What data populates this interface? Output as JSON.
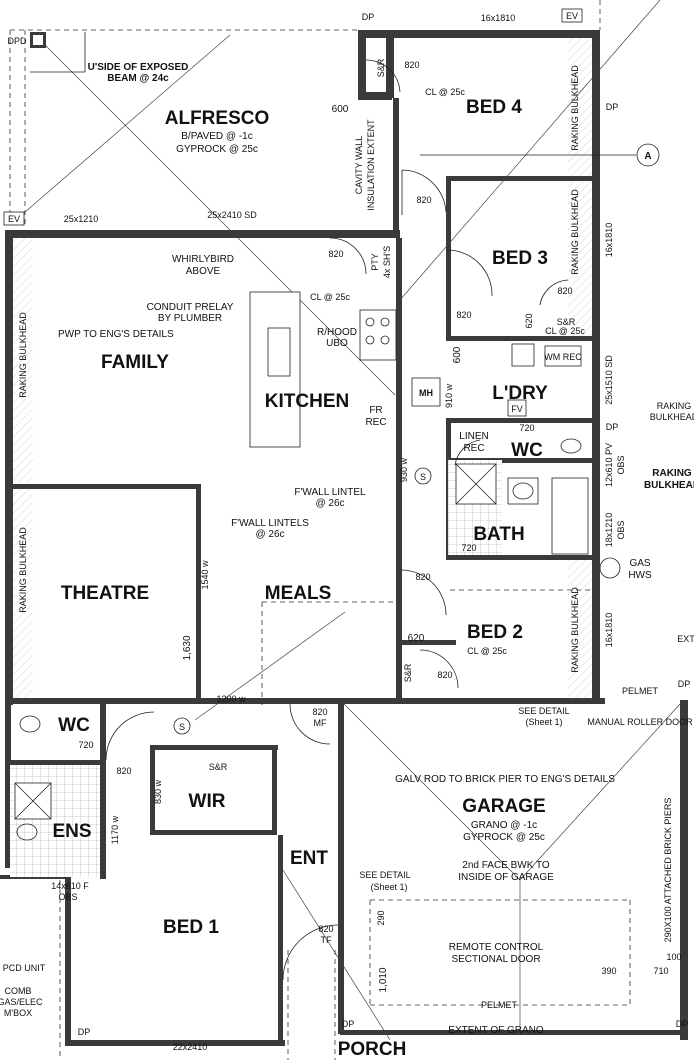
{
  "rooms": {
    "alfresco": "ALFRESCO",
    "bed4": "BED 4",
    "bed3": "BED 3",
    "family": "FAMILY",
    "kitchen": "KITCHEN",
    "ldry": "L'DRY",
    "wc_upper": "WC",
    "bath": "BATH",
    "theatre": "THEATRE",
    "meals": "MEALS",
    "bed2": "BED 2",
    "wc_lower": "WC",
    "ens": "ENS",
    "wir": "WIR",
    "garage": "GARAGE",
    "ent": "ENT",
    "bed1": "BED 1",
    "porch": "PORCH"
  },
  "notes": {
    "dp_top": "DP",
    "dim_16x1810_top": "16x1810",
    "ev_top": "EV",
    "dpd": "DPD",
    "exposed_beam_1": "U'SIDE OF EXPOSED",
    "exposed_beam_2": "BEAM @ 24c",
    "alfresco_sub1": "B/PAVED @ -1c",
    "alfresco_sub2": "GYPROCK @ 25c",
    "sr_bed4": "S&R",
    "door_820_bed4": "820",
    "cl_bed4": "CL @ 25c",
    "dim_600_a": "600",
    "cavity_1": "CAVITY WALL",
    "cavity_2": "INSULATION EXTENT",
    "raking_bulkhead_bed4": "RAKING BULKHEAD",
    "dp_right_1": "DP",
    "section_a": "A",
    "door_820_hall": "820",
    "ev_left": "EV",
    "dim_25x1210": "25x1210",
    "dim_25x2410": "25x2410 SD",
    "whirlybird_1": "WHIRLYBIRD",
    "whirlybird_2": "ABOVE",
    "door_820_pty": "820",
    "pty": "PTY",
    "shs": "4x SH'S",
    "cl_pty": "CL @ 25c",
    "conduit_1": "CONDUIT PRELAY",
    "conduit_2": "BY PLUMBER",
    "pwp": "PWP TO ENG'S DETAILS",
    "raking_bulkhead_family": "RAKING BULKHEAD",
    "rhood_1": "R/HOOD",
    "rhood_2": "UBO",
    "raking_bulkhead_bed3": "RAKING BULKHEAD",
    "dim_16x1810_bed3": "16x1810",
    "door_820_bed3": "820",
    "door_820_bed3_robe": "820",
    "door_620_bed3": "620",
    "sr_bed3": "S&R",
    "cl_bed3": "CL @ 25c",
    "dim_600_b": "600",
    "wm_rec": "WM REC",
    "dim_25x1510": "25x1510 SD",
    "raking_bulk_r1": "RAKING",
    "raking_bulk_r2": "BULKHEAD",
    "mh": "MH",
    "w910": "910 w",
    "fv": "FV",
    "door_720_ldry": "720",
    "dp_right_2": "DP",
    "fr_rec_1": "FR",
    "fr_rec_2": "REC",
    "linen_1": "LINEN",
    "linen_2": "REC",
    "dim_12x610": "12x610 PV",
    "obs_1": "OBS",
    "raking_r2_1": "RAKING",
    "raking_r2_2": "BULKHEAD",
    "w930": "930 w",
    "fwall_lintel_1a": "F'WALL LINTEL",
    "fwall_lintel_1b": "@ 26c",
    "fwall_lintels_2a": "F'WALL LINTELS",
    "fwall_lintels_2b": "@ 26c",
    "dim_18x1210": "18x1210",
    "obs_2": "OBS",
    "door_720_bath": "720",
    "raking_bulkhead_theatre": "RAKING BULKHEAD",
    "w1540": "1540 w",
    "gas_hws_1": "GAS",
    "gas_hws_2": "HWS",
    "door_820_bed2": "820",
    "raking_bulkhead_bed2": "RAKING BULKHEAD",
    "dim_16x1810_bed2": "16x1810",
    "door_620_bed2": "620",
    "cl_bed2": "CL @ 25c",
    "sr_bed2": "S&R",
    "door_820_bed2_robe": "820",
    "dim_1630": "1,630",
    "ext": "EXT",
    "dp_right_3": "DP",
    "pelmet_top": "PELMET",
    "manual_roller": "MANUAL ROLLER DOOR",
    "see_detail_1a": "SEE DETAIL",
    "see_detail_1b": "(Sheet 1)",
    "w1200": "1200 w",
    "door_820_mf_a": "820",
    "door_820_mf_b": "MF",
    "door_720_wc": "720",
    "sr_wir": "S&R",
    "door_820_wir": "820",
    "w830": "830 w",
    "w1170": "1170 w",
    "galv_rod": "GALV ROD TO BRICK PIER TO ENG'S DETAILS",
    "garage_sub1": "GRANO @ -1c",
    "garage_sub2": "GYPROCK @ 25c",
    "attached_piers": "290X100 ATTACHED BRICK PIERS",
    "bwk_1": "2nd FACE BWK TO",
    "bwk_2": "INSIDE OF GARAGE",
    "see_detail_2a": "SEE DETAIL",
    "see_detail_2b": "(Sheet 1)",
    "dim_14x610": "14x610 F",
    "obs_3": "OBS",
    "dim_290a": "290",
    "remote_1": "REMOTE CONTROL",
    "remote_2": "SECTIONAL DOOR",
    "door_820_tf_a": "820",
    "door_820_tf_b": "TF",
    "dim_1010": "1,010",
    "dim_390": "390",
    "dim_710": "710",
    "dim_100": "100",
    "pcd_unit": "PCD UNIT",
    "comb_1": "COMB",
    "comb_2": "GAS/ELEC",
    "comb_3": "M'BOX",
    "pelmet_bottom": "PELMET",
    "dp_bl": "DP",
    "dim_22x2410": "22x2410",
    "dp_bm": "DP",
    "extent_grano": "EXTENT OF GRANO",
    "dp_br": "DP",
    "s_symbol_1": "S",
    "s_symbol_2": "S"
  }
}
